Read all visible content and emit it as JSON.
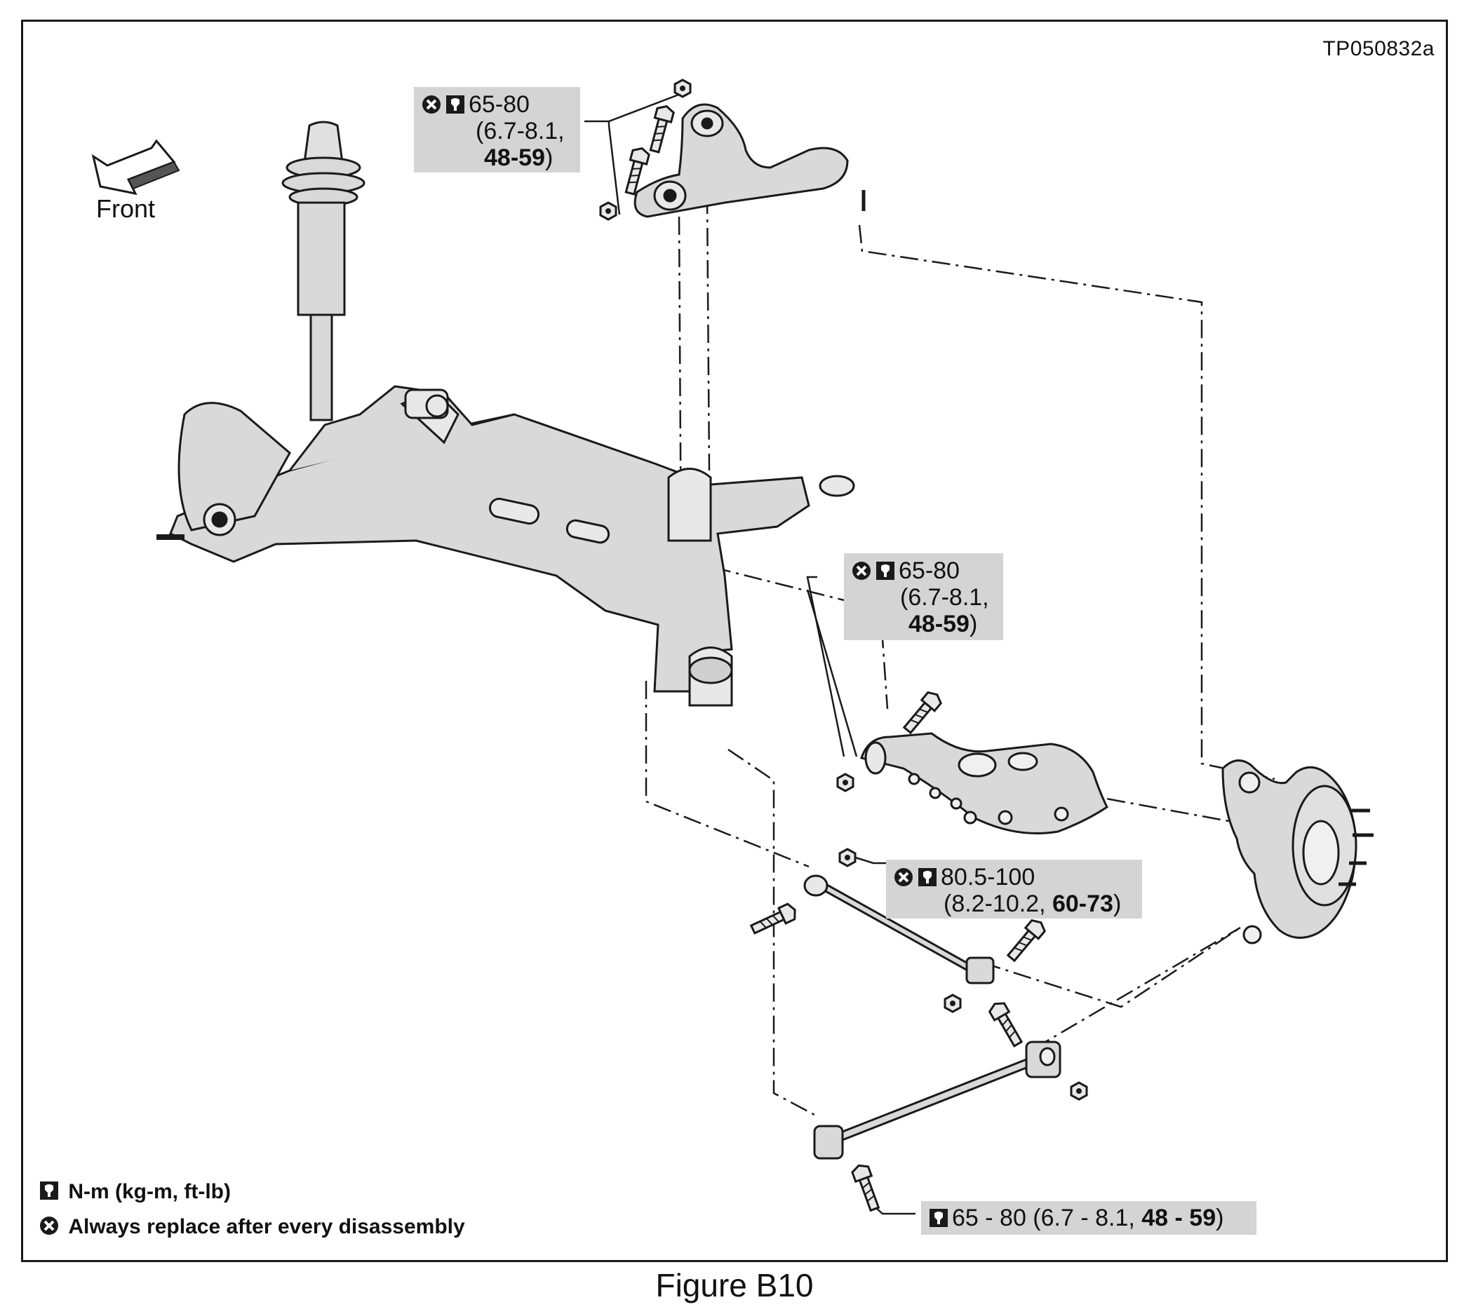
{
  "figure_ref": "TP050832a",
  "direction_label": "Front",
  "callouts": {
    "upper_arm": {
      "torque": "65-80",
      "line2": "(6.7-8.1,",
      "line3_bold": "48-59",
      "line3_end": ")"
    },
    "lower_arm": {
      "torque": "65-80",
      "line2": "(6.7-8.1,",
      "line3_bold": "48-59",
      "line3_end": ")"
    },
    "toe_link": {
      "torque": "80.5-100",
      "line2_start": "(8.2-10.2, ",
      "line2_bold": "60-73",
      "line2_end": ")"
    },
    "radius_rod": {
      "text_start": "65 - 80 (6.7 - 8.1, ",
      "text_bold": "48 - 59",
      "text_end": ")"
    }
  },
  "legend": {
    "torque_units": "N-m (kg-m, ft-lb)",
    "replace_note": "Always replace after every disassembly"
  },
  "caption": "Figure B10",
  "icons": [
    "torque-wrench-icon",
    "replace-x-icon",
    "front-arrow-icon"
  ],
  "colors": {
    "part_fill": "#d9d9d9",
    "callout_bg": "#d4d4d4",
    "line": "#1a1a1a"
  }
}
